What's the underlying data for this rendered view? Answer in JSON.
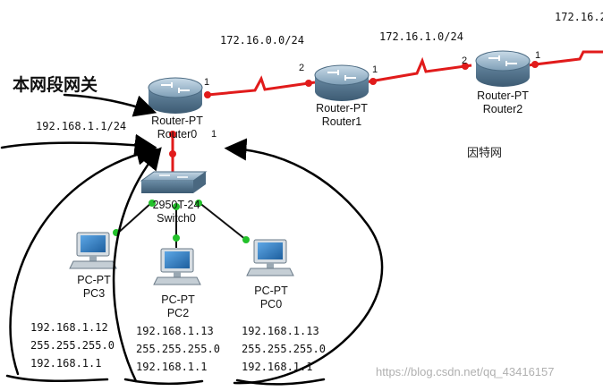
{
  "networks": [
    "172.16.0.0/24",
    "172.16.1.0/24",
    "172.16.2"
  ],
  "gateway_note": "本网段网关",
  "gateway_ip": "192.168.1.1/24",
  "watermark_cn": "因特网",
  "routers": [
    {
      "type": "Router-PT",
      "name": "Router0"
    },
    {
      "type": "Router-PT",
      "name": "Router1"
    },
    {
      "type": "Router-PT",
      "name": "Router2"
    }
  ],
  "switch": {
    "type": "2950T-24",
    "name": "Switch0"
  },
  "pcs": [
    {
      "type": "PC-PT",
      "name": "PC3",
      "ip": "192.168.1.12",
      "mask": "255.255.255.0",
      "gateway": "192.168.1.1"
    },
    {
      "type": "PC-PT",
      "name": "PC2",
      "ip": "192.168.1.13",
      "mask": "255.255.255.0",
      "gateway": "192.168.1.1"
    },
    {
      "type": "PC-PT",
      "name": "PC0",
      "ip": "192.168.1.13",
      "mask": "255.255.255.0",
      "gateway": "192.168.1.1"
    }
  ],
  "ports": {
    "r0_right": "1",
    "r0_down": "1",
    "r1_left": "2",
    "r1_right": "1",
    "r2_left": "2",
    "r2_right": "1"
  },
  "url_watermark": "https://blog.csdn.net/qq_43416157",
  "colors": {
    "wan_link": "#e11b1b",
    "lan_link": "#111111",
    "port_up": "#22c12a",
    "port_wan": "#e11b1b",
    "annotation": "#000000"
  }
}
